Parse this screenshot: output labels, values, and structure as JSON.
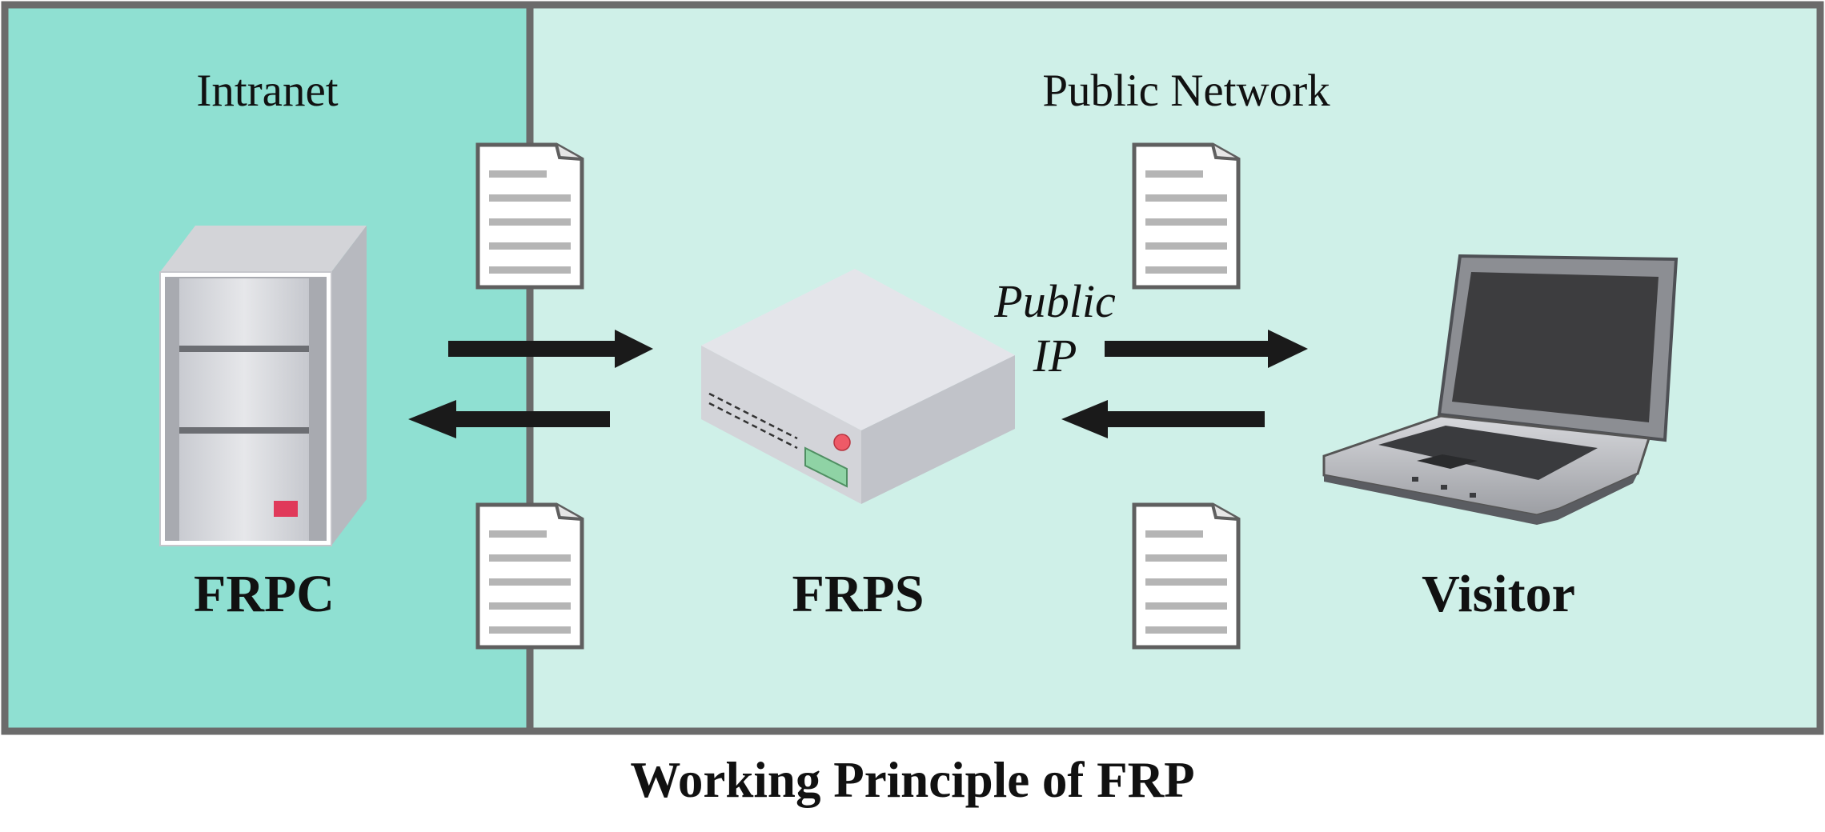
{
  "diagram": {
    "zones": {
      "intranet": {
        "title": "Intranet"
      },
      "public": {
        "title": "Public Network"
      }
    },
    "nodes": {
      "frpc": {
        "label": "FRPC",
        "icon": "tower-server-icon"
      },
      "frps": {
        "label": "FRPS",
        "icon": "server-box-icon"
      },
      "visitor": {
        "label": "Visitor",
        "icon": "laptop-icon"
      }
    },
    "public_ip": {
      "line1": "Public",
      "line2": "IP"
    },
    "caption": "Working Principle of FRP"
  },
  "colors": {
    "intranet_bg": "#8fe0d2",
    "public_bg": "#cff0e8",
    "border": "#6b6b6b",
    "arrow": "#1a1a1a"
  }
}
